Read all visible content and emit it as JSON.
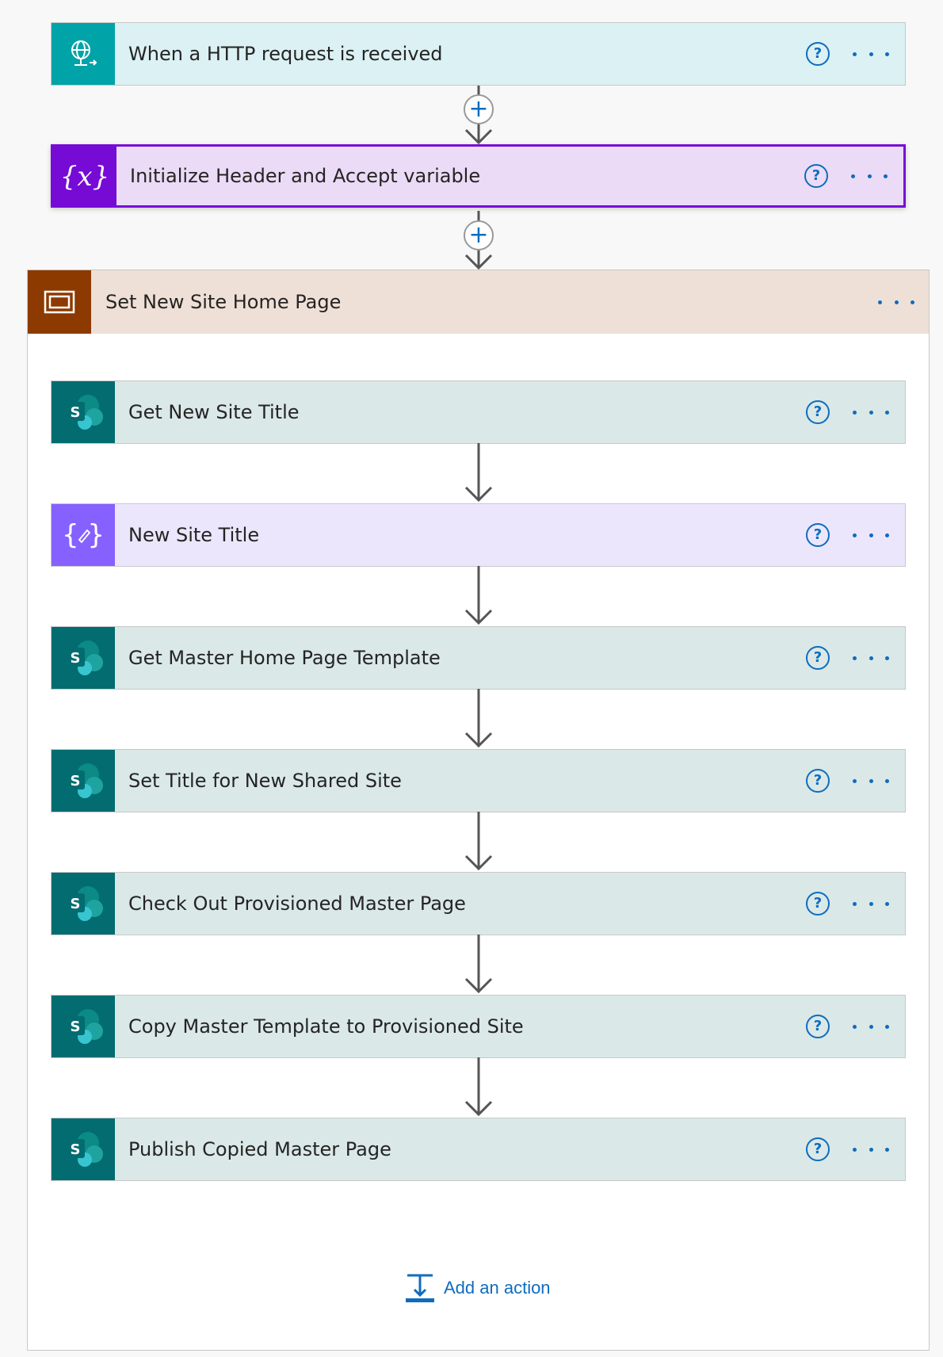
{
  "trigger": {
    "title": "When a HTTP request is received",
    "icon": "http-globe-icon"
  },
  "init_variable": {
    "title": "Initialize Header and Accept variable",
    "icon": "variable-icon"
  },
  "scope": {
    "title": "Set New Site Home Page",
    "icon": "scope-icon",
    "actions": [
      {
        "title": "Get New Site Title",
        "icon": "sharepoint-icon"
      },
      {
        "title": "New Site Title",
        "icon": "compose-icon"
      },
      {
        "title": "Get Master Home Page Template",
        "icon": "sharepoint-icon"
      },
      {
        "title": "Set Title for New Shared Site",
        "icon": "sharepoint-icon"
      },
      {
        "title": "Check Out Provisioned Master Page",
        "icon": "sharepoint-icon"
      },
      {
        "title": "Copy Master Template to Provisioned Site",
        "icon": "sharepoint-icon"
      },
      {
        "title": "Publish Copied Master Page",
        "icon": "sharepoint-icon"
      }
    ],
    "add_action_label": "Add an action"
  },
  "labels": {
    "help_glyph": "?",
    "plus_glyph": "+"
  },
  "colors": {
    "http_accent": "#00a3a8",
    "http_bg": "#dbf1f4",
    "variable_accent": "#770bd6",
    "variable_bg": "#ebdbf6",
    "scope_accent": "#8c3a00",
    "scope_bg": "#efe0d7",
    "sharepoint_accent": "#036c70",
    "sharepoint_bg": "#dae8e8",
    "compose_accent": "#8661ff",
    "compose_bg": "#ece6fd",
    "link_blue": "#0f6cbd"
  }
}
